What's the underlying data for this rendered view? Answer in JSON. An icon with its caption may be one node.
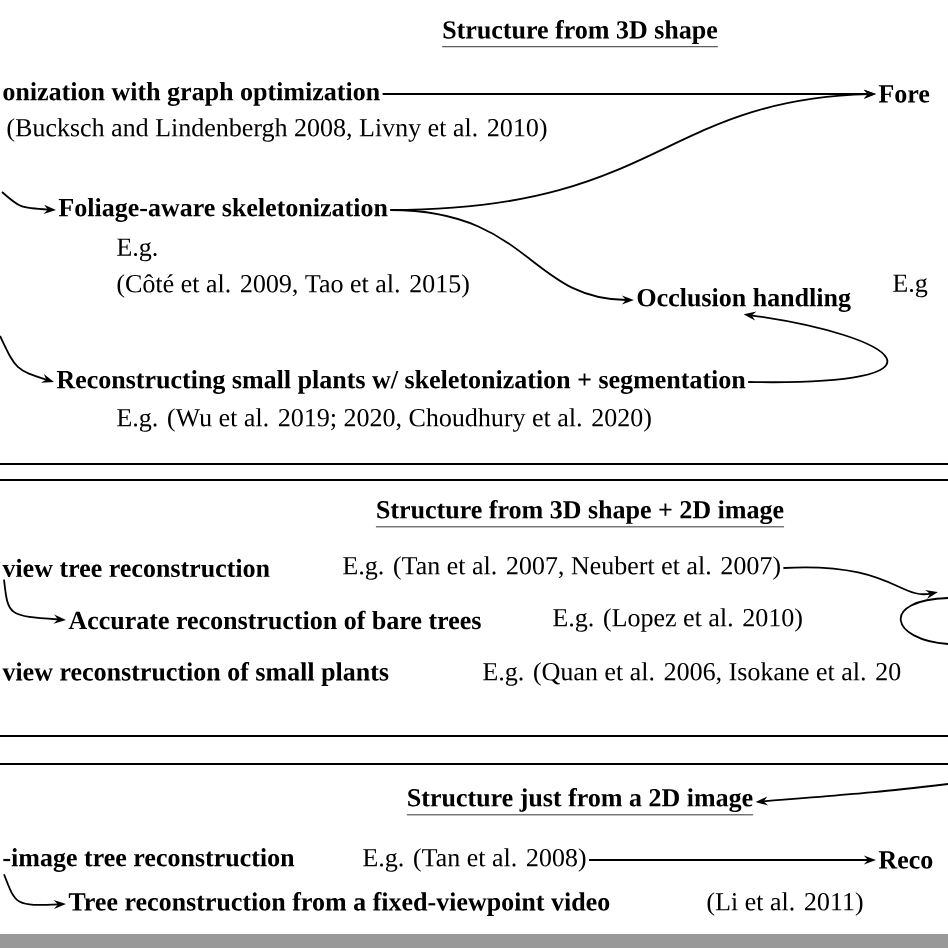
{
  "diagram": {
    "nodes": [
      {
        "text": [
          "Structure from 3D shape"
        ]
      },
      {
        "text": [
          "onization with graph optimization"
        ],
        "beside": [
          "(Bucksch and Lindenbergh 2008, Livny et al. 2010)"
        ]
      },
      {
        "text": [
          "Fore"
        ]
      },
      {
        "text": [
          "Foliage-aware skeletonization"
        ],
        "beside": [
          "E.g.",
          "(Côté et al. 2009, Tao et al. 2015)"
        ]
      },
      {
        "text": [
          "Occlusion handling"
        ]
      },
      {
        "text": [
          "Reconstructing small plants w/ skeletonization + segmentation"
        ],
        "beside": [
          "E.g. (Wu et al. 2019; 2020, Choudhury et al. 2020)"
        ]
      },
      {
        "text": [
          "Structure from 3D shape + 2D image"
        ]
      },
      {
        "text": [
          "view tree reconstruction"
        ],
        "beside": [
          "E.g. (Tan et al. 2007, Neubert et al. 2007)"
        ]
      },
      {
        "text": [
          "Accurate reconstruction of bare trees"
        ],
        "beside": [
          "E.g. (Lopez et al. 2010)"
        ]
      },
      {
        "text": [
          "view reconstruction of small plants"
        ],
        "beside": [
          "E.g. (Quan et al. 2006, Isokane et al. 20"
        ]
      },
      {
        "text": [
          "Structure just from a 2D image"
        ]
      },
      {
        "text": [
          "-image tree reconstruction"
        ],
        "beside": [
          "E.g. (Tan et al. 2008)"
        ]
      },
      {
        "text": [
          "Reco"
        ]
      },
      {
        "text": [
          "Tree reconstruction from a fixed-viewpoint video"
        ],
        "beside": [
          "(Li et al. 2011)"
        ]
      }
    ],
    "edges": [
      {
        "from": 1,
        "to": 2,
        "arrow": "to"
      },
      {
        "from": 3,
        "to": 2,
        "arrow": "to"
      },
      {
        "from": 3,
        "to": 4,
        "arrow": "to"
      },
      {
        "from": null,
        "to": 3,
        "arrow": "to"
      },
      {
        "from": null,
        "to": 5,
        "arrow": "to"
      },
      {
        "from": 5,
        "to": 4,
        "arrow": "to"
      },
      {
        "from": 7,
        "to": null,
        "arrow": "to"
      },
      {
        "from": 7,
        "to": 8,
        "arrow": "to"
      },
      {
        "from": null,
        "to": 10,
        "arrow": "to"
      },
      {
        "from": 11,
        "to": 12,
        "arrow": "to"
      },
      {
        "from": 11,
        "to": 13,
        "arrow": "to"
      }
    ],
    "labels": [
      "E.g"
    ]
  }
}
